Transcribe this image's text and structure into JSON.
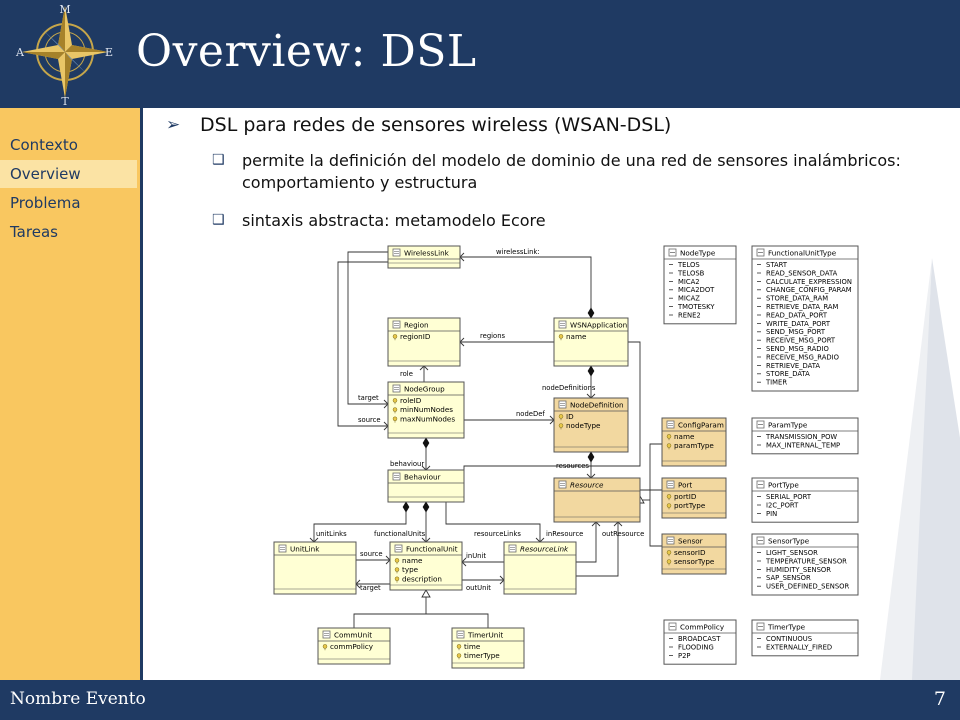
{
  "slide": {
    "title": "Overview: DSL",
    "compass_letters": {
      "north": "M",
      "east": "E",
      "west": "A",
      "south": "T"
    }
  },
  "sidebar": {
    "items": [
      {
        "label": "Contexto",
        "active": false
      },
      {
        "label": "Overview",
        "active": true
      },
      {
        "label": "Problema",
        "active": false
      },
      {
        "label": "Tareas",
        "active": false
      }
    ]
  },
  "content": {
    "bullet": "DSL para redes de sensores wireless (WSAN-DSL)",
    "subbullets": [
      "permite la definición del modelo de dominio de una red de sensores inalámbricos: comportamiento y estructura",
      "sintaxis abstracta: metamodelo Ecore"
    ]
  },
  "diagram": {
    "classes": {
      "wirelesslink": {
        "name": "WirelessLink",
        "attrs": []
      },
      "region": {
        "name": "Region",
        "attrs": [
          "regionID"
        ]
      },
      "wsnapplication": {
        "name": "WSNApplication",
        "attrs": [
          "name"
        ]
      },
      "nodegroup": {
        "name": "NodeGroup",
        "attrs": [
          "roleID",
          "minNumNodes",
          "maxNumNodes"
        ]
      },
      "nodedefinition": {
        "name": "NodeDefinition",
        "attrs": [
          "ID",
          "nodeType"
        ]
      },
      "behaviour": {
        "name": "Behaviour",
        "attrs": []
      },
      "resource": {
        "name": "Resource",
        "attrs": []
      },
      "configparam": {
        "name": "ConfigParam",
        "attrs": [
          "name",
          "paramType"
        ]
      },
      "port": {
        "name": "Port",
        "attrs": [
          "portID",
          "portType"
        ]
      },
      "sensor": {
        "name": "Sensor",
        "attrs": [
          "sensorID",
          "sensorType"
        ]
      },
      "unitlink": {
        "name": "UnitLink",
        "attrs": []
      },
      "functionalunit": {
        "name": "FunctionalUnit",
        "attrs": [
          "name",
          "type",
          "description"
        ]
      },
      "resourcelink": {
        "name": "ResourceLink",
        "attrs": []
      },
      "communit": {
        "name": "CommUnit",
        "attrs": [
          "commPolicy"
        ]
      },
      "timerunit": {
        "name": "TimerUnit",
        "attrs": [
          "time",
          "timerType"
        ]
      }
    },
    "enums": {
      "nodetype": {
        "name": "NodeType",
        "literals": [
          "TELOS",
          "TELOSB",
          "MICA2",
          "MICA2DOT",
          "MICAZ",
          "TMOTESKY",
          "RENE2"
        ]
      },
      "functionalunittype": {
        "name": "FunctionalUnitType",
        "literals": [
          "START",
          "READ_SENSOR_DATA",
          "CALCULATE_EXPRESSION",
          "CHANGE_CONFIG_PARAM",
          "STORE_DATA_RAM",
          "RETRIEVE_DATA_RAM",
          "READ_DATA_PORT",
          "WRITE_DATA_PORT",
          "SEND_MSG_PORT",
          "RECEIVE_MSG_PORT",
          "SEND_MSG_RADIO",
          "RECEIVE_MSG_RADIO",
          "RETRIEVE_DATA",
          "STORE_DATA",
          "TIMER"
        ]
      },
      "paramtype": {
        "name": "ParamType",
        "literals": [
          "TRANSMISSION_POW",
          "MAX_INTERNAL_TEMP"
        ]
      },
      "porttype": {
        "name": "PortType",
        "literals": [
          "SERIAL_PORT",
          "I2C_PORT",
          "PIN"
        ]
      },
      "sensortype": {
        "name": "SensorType",
        "literals": [
          "LIGHT_SENSOR",
          "TEMPERATURE_SENSOR",
          "HUMIDITY_SENSOR",
          "SAP_SENSOR",
          "USER_DEFINED_SENSOR"
        ]
      },
      "commpolicy": {
        "name": "CommPolicy",
        "literals": [
          "BROADCAST",
          "FLOODING",
          "P2P"
        ]
      },
      "timertype": {
        "name": "TimerType",
        "literals": [
          "CONTINUOUS",
          "EXTERNALLY_FIRED"
        ]
      }
    },
    "edge_labels": {
      "wirelessLink": "wirelessLink:",
      "regions": "regions",
      "role": "role",
      "nodeDefinitions": "nodeDefinitions",
      "target_top": "target",
      "source_top": "source",
      "nodeDef": "nodeDef",
      "resources": "resources",
      "behaviour": "behaviour",
      "unitLinks": "unitLinks",
      "functionalUnits": "functionalUnits",
      "resourceLinks": "resourceLinks",
      "inResource": "inResource",
      "outResource": "outResource",
      "source_bottom": "source",
      "target_bottom": "target",
      "inUnit": "inUnit",
      "outUnit": "outUnit"
    }
  },
  "footer": {
    "event": "Nombre Evento",
    "page": "7"
  },
  "colors": {
    "navy": "#1f3a63",
    "sidebar": "#f9c760",
    "active_item": "#fbe3a4",
    "class_fill": "#ffffd4",
    "highlight_fill": "#f2d8a0"
  }
}
